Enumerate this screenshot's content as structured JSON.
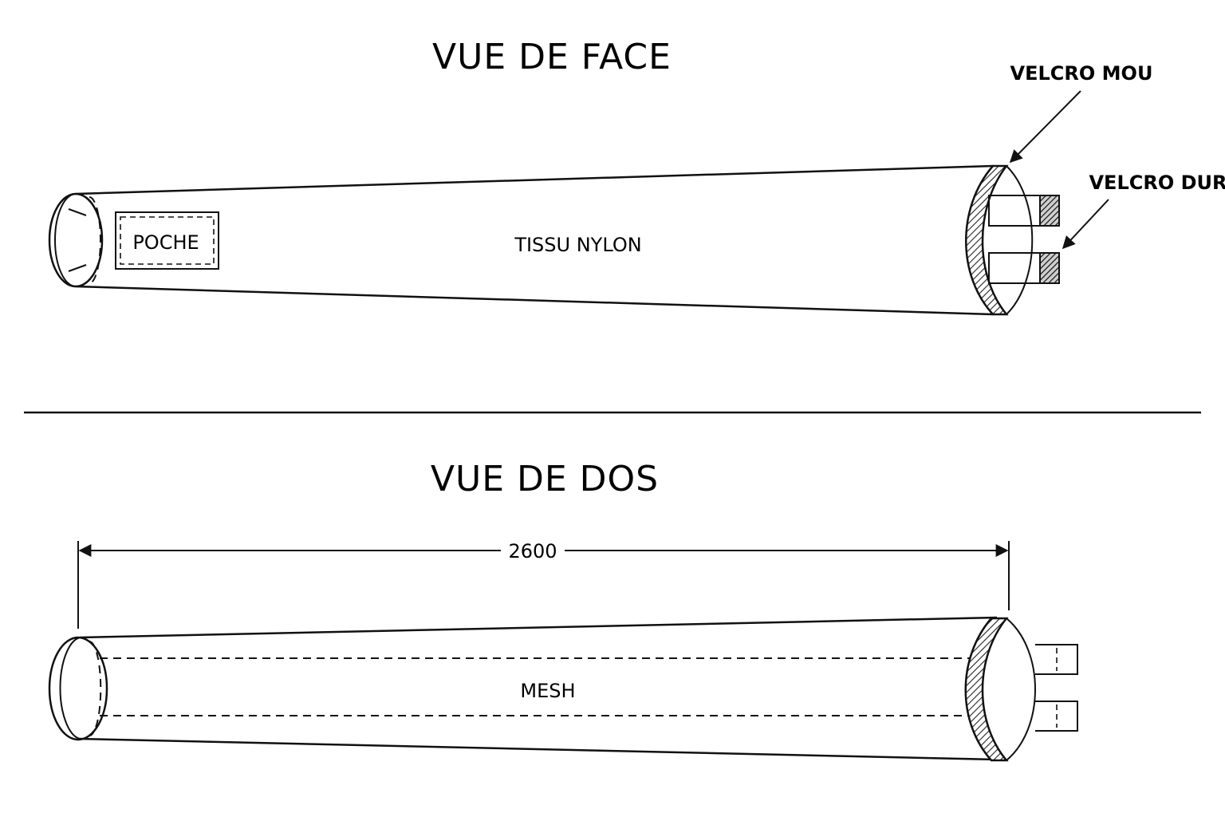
{
  "front_view": {
    "title": "VUE DE FACE",
    "pocket_label": "POCHE",
    "material_label": "TISSU NYLON",
    "callout_soft_velcro": "VELCRO MOU",
    "callout_hard_velcro": "VELCRO DUR"
  },
  "back_view": {
    "title": "VUE DE DOS",
    "material_label": "MESH",
    "dimension_value": "2600"
  }
}
